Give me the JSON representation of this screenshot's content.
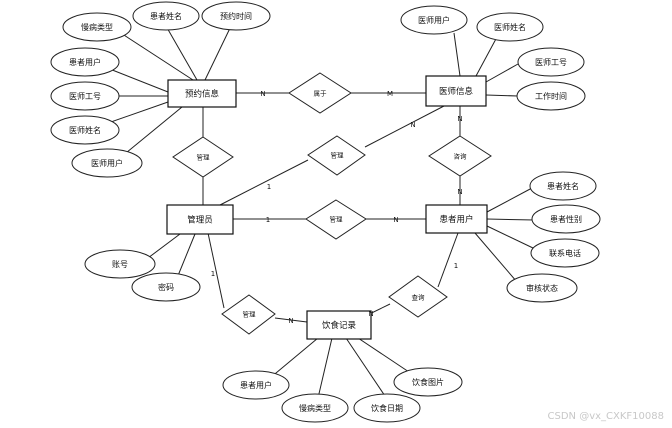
{
  "entities": {
    "appointment": "预约信息",
    "doctor": "医师信息",
    "admin": "管理员",
    "patient": "患者用户",
    "diet": "饮食记录"
  },
  "attributes": {
    "a_disease": "慢病类型",
    "a_pname": "患者姓名",
    "a_time": "预约时间",
    "a_puser": "患者用户",
    "a_dno": "医师工号",
    "a_dname": "医师姓名",
    "a_duser": "医师用户",
    "d_user": "医师用户",
    "d_name": "医师姓名",
    "d_no": "医师工号",
    "d_worktime": "工作时间",
    "p_name": "患者姓名",
    "p_gender": "患者性别",
    "p_phone": "联系电话",
    "p_status": "审核状态",
    "admin_account": "账号",
    "admin_password": "密码",
    "diet_puser": "患者用户",
    "diet_disease": "慢病类型",
    "diet_date": "饮食日期",
    "diet_image": "饮食图片"
  },
  "relationships": {
    "belongs_to": "属于",
    "manage_appt": "管理",
    "manage_doctor": "管理",
    "query_doctor": "咨询",
    "manage_patient": "管理",
    "manage_diet": "管理",
    "query_diet": "查询"
  },
  "cardinalities": {
    "appt_belongs": "N",
    "belongs_doctor": "M",
    "admin_mdoc": "1",
    "mdoc_doctor": "N",
    "doctor_query": "N",
    "query_patient": "N",
    "admin_mpat": "1",
    "mpat_patient": "N",
    "admin_mdiet": "1",
    "mdiet_diet": "N",
    "patient_qdiet": "1",
    "qdiet_diet": "N"
  },
  "watermark": "CSDN @vx_CXKF10088"
}
